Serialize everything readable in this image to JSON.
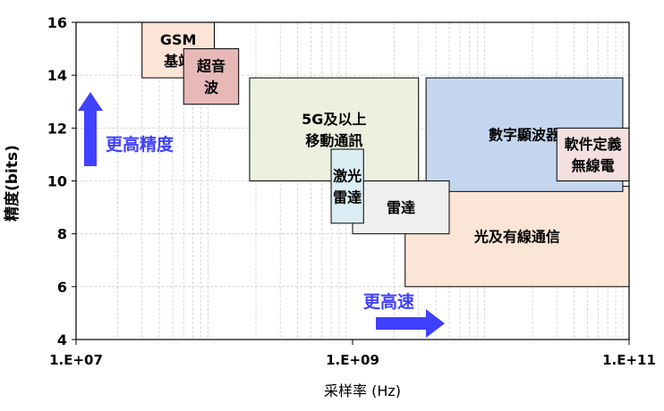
{
  "chart_data": {
    "type": "area",
    "title": "",
    "xlabel": "采样率 (Hz)",
    "ylabel": "精度(bits)",
    "x_scale": "log",
    "xlim": [
      10000000,
      100000000000
    ],
    "ylim": [
      4,
      16
    ],
    "x_ticks": [
      "1.E+07",
      "1.E+09",
      "1.E+11"
    ],
    "y_ticks": [
      "4",
      "6",
      "8",
      "10",
      "12",
      "14",
      "16"
    ],
    "grid": true,
    "regions": [
      {
        "label": [
          "光及有線通信"
        ],
        "x": [
          2400000000,
          100000000000
        ],
        "y": [
          6.0,
          9.8
        ],
        "color": "#fbe5d6"
      },
      {
        "label": [
          "數字顯波器"
        ],
        "x": [
          3400000000,
          90000000000
        ],
        "y": [
          9.6,
          13.9
        ],
        "color": "#c5d7f0"
      },
      {
        "label": [
          "軟件定義",
          "無線電"
        ],
        "x": [
          30000000000,
          100000000000
        ],
        "y": [
          10.0,
          12.0
        ],
        "color": "#f4dfe0"
      },
      {
        "label": [
          "5G及以上",
          "移動通訊"
        ],
        "x": [
          180000000,
          3000000000
        ],
        "y": [
          10.0,
          13.9
        ],
        "color": "#ebf1de"
      },
      {
        "label": [
          "雷達"
        ],
        "x": [
          1000000000,
          5000000000
        ],
        "y": [
          8.0,
          10.0
        ],
        "color": "#efefef"
      },
      {
        "label": [
          "激光",
          "雷達"
        ],
        "x": [
          700000000,
          1200000000
        ],
        "y": [
          8.4,
          11.2
        ],
        "color": "#dbeef4"
      },
      {
        "label": [
          "GSM",
          "基站"
        ],
        "x": [
          30000000,
          100000000
        ],
        "y": [
          13.9,
          16.0
        ],
        "color": "#fce4d6"
      },
      {
        "label": [
          "超音",
          "波"
        ],
        "x": [
          60000000,
          150000000
        ],
        "y": [
          12.9,
          15.0
        ],
        "color": "#e6b9b8"
      }
    ],
    "annotations": [
      {
        "text": "更高精度",
        "color": "#4040ff"
      },
      {
        "text": "更高速",
        "color": "#4040ff"
      }
    ]
  }
}
